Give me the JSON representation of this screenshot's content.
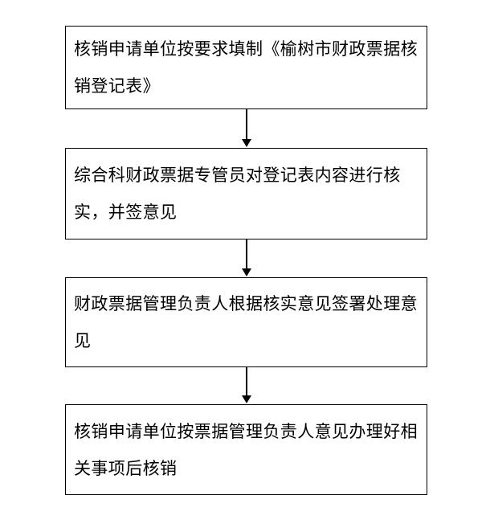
{
  "diagram": {
    "type": "flowchart",
    "orientation": "vertical",
    "background_color": "#ffffff",
    "border_color": "#000000",
    "text_color": "#000000",
    "nodes": [
      {
        "id": "step-1",
        "shape": "rectangle",
        "text": "核销申请单位按要求填制《榆树市财政票据核销登记表》"
      },
      {
        "id": "step-2",
        "shape": "rectangle",
        "text": "综合科财政票据专管员对登记表内容进行核实，并签意见"
      },
      {
        "id": "step-3",
        "shape": "rectangle",
        "text": "财政票据管理负责人根据核实意见签署处理意见"
      },
      {
        "id": "step-4",
        "shape": "rectangle",
        "text": "核销申请单位按票据管理负责人意见办理好相关事项后核销"
      }
    ],
    "connectors": [
      {
        "id": "arrow-1",
        "from": "step-1",
        "to": "step-2",
        "style": "solid-line-with-filled-arrowhead",
        "label": ""
      },
      {
        "id": "arrow-2",
        "from": "step-2",
        "to": "step-3",
        "style": "solid-line-with-filled-arrowhead",
        "label": ""
      },
      {
        "id": "arrow-3",
        "from": "step-3",
        "to": "step-4",
        "style": "solid-line-with-filled-arrowhead",
        "label": ""
      }
    ]
  }
}
